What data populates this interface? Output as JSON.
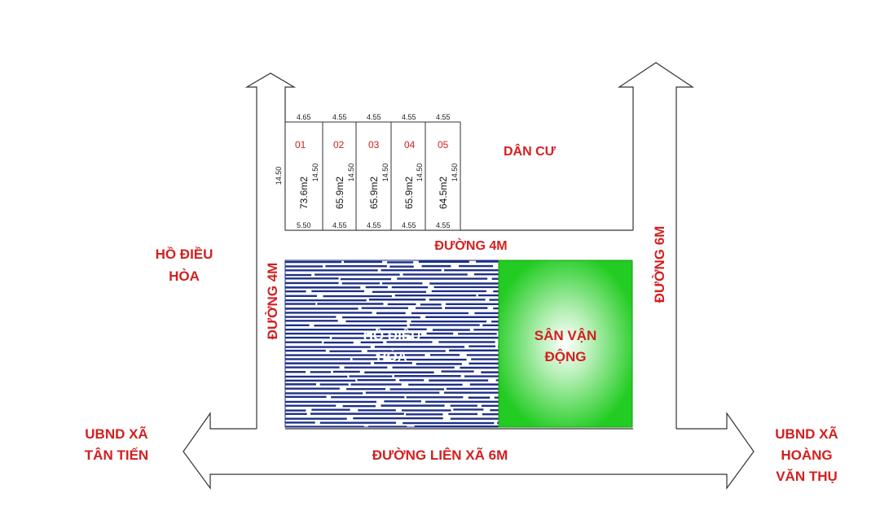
{
  "labels": {
    "dan_cu": "DÂN CƯ",
    "ho_dieu_hoa_left_line1": "HỒ ĐIỀU",
    "ho_dieu_hoa_left_line2": "HÒA",
    "duong_4m_left": "ĐƯỜNG 4M",
    "duong_4m_top": "ĐƯỜNG 4M",
    "duong_6m_right": "ĐƯỜNG 6M",
    "pond_line1": "HỒ ĐIỀU",
    "pond_line2": "HÒA",
    "stadium_line1": "SÂN VẬN",
    "stadium_line2": "ĐỘNG",
    "ubnd_tan_tien_line1": "UBND XÃ",
    "ubnd_tan_tien_line2": "TÂN TIẾN",
    "ubnd_hoang_line1": "UBND XÃ",
    "ubnd_hoang_line2": "HOÀNG",
    "ubnd_hoang_line3": "VĂN THỤ",
    "duong_lien_xa": "ĐƯỜNG LIÊN XÃ 6M"
  },
  "lots": [
    {
      "number": "01",
      "area": "73.6m2",
      "top_width": "4.65",
      "bottom_width": "5.50"
    },
    {
      "number": "02",
      "area": "65.9m2",
      "top_width": "4.55",
      "bottom_width": "4.55"
    },
    {
      "number": "03",
      "area": "65.9m2",
      "top_width": "4.55",
      "bottom_width": "4.55"
    },
    {
      "number": "04",
      "area": "65.9m2",
      "top_width": "4.55",
      "bottom_width": "4.55"
    },
    {
      "number": "05",
      "area": "64.5m2",
      "top_width": "4.55",
      "bottom_width": "4.55"
    }
  ],
  "lot_depth": "14.50",
  "colors": {
    "label_red": "#d32020",
    "pond_blue": "#1e2f86",
    "stadium_green": "#22cc22"
  }
}
